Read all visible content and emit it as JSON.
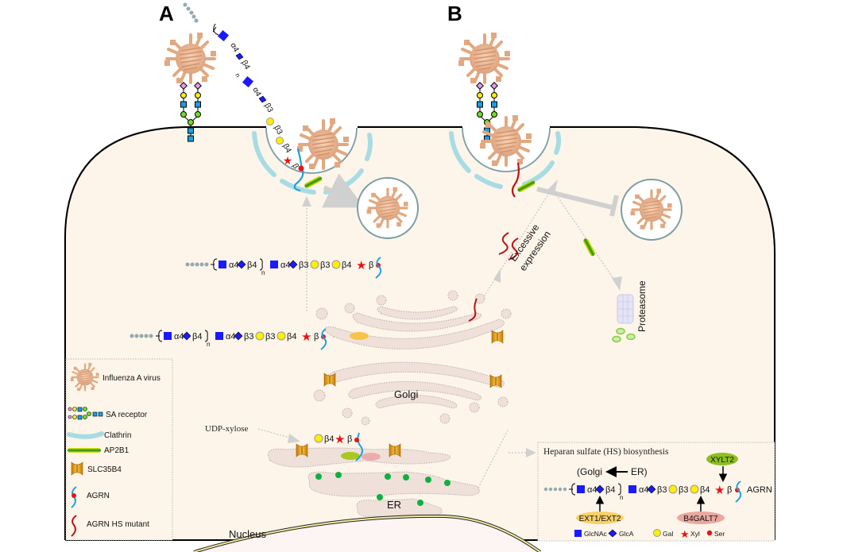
{
  "panels": {
    "a": "A",
    "b": "B"
  },
  "organelles": {
    "golgi": "Golgi",
    "er": "ER",
    "nucleus": "Nucleus",
    "proteasome": "Proteasome"
  },
  "annotations": {
    "udp_xylose": "UDP-xylose",
    "excessive_expression": [
      "Excessive",
      "expression"
    ]
  },
  "glycan_chain": {
    "linkages": [
      "α4",
      "β4",
      "n",
      "α4",
      "β3",
      "β3",
      "β4",
      "β"
    ],
    "er_fragment": [
      "β4",
      "β"
    ]
  },
  "legend": {
    "items": [
      {
        "label": "Influenza A virus",
        "icon": "virus-icon"
      },
      {
        "label": "SA receptor",
        "icon": "sa-receptor-icon"
      },
      {
        "label": "Clathrin",
        "icon": "clathrin-icon"
      },
      {
        "label": "AP2B1",
        "icon": "ap2b1-icon"
      },
      {
        "label": "SLC35B4",
        "icon": "slc35b4-icon"
      },
      {
        "label": "AGRN",
        "icon": "agrn-icon"
      },
      {
        "label": "AGRN HS mutant",
        "icon": "agrn-mutant-icon"
      }
    ]
  },
  "hs_box": {
    "title": "Heparan sulfate (HS) biosynthesis",
    "direction": {
      "from": "(Golgi",
      "to": "ER)"
    },
    "chain": [
      "α4",
      "β4",
      "n",
      "α4",
      "β3",
      "β3",
      "β4",
      "β"
    ],
    "protein": "AGRN",
    "enzymes": {
      "xylt": "XYLT2",
      "ext": "EXT1/EXT2",
      "b4galt": "B4GALT7"
    },
    "key": [
      {
        "label": "GlcNAc",
        "icon": "glcnac-square-icon"
      },
      {
        "label": "GlcA",
        "icon": "glca-diamond-icon"
      },
      {
        "label": "Gal",
        "icon": "gal-circle-icon"
      },
      {
        "label": "Xyl",
        "icon": "xyl-star-icon"
      },
      {
        "label": "Ser",
        "icon": "ser-dot-icon"
      }
    ]
  },
  "colors": {
    "cytoplasm": "#fdf5ea",
    "glcnac": "#1a1aff",
    "gal": "#ffee00",
    "xyl": "#ee1111",
    "agrn": "#1ea0e0",
    "agrn_mutant": "#c01010",
    "virus": "#e8b08a",
    "clathrin": "#a8dce4",
    "organelle": "#efe0da"
  }
}
